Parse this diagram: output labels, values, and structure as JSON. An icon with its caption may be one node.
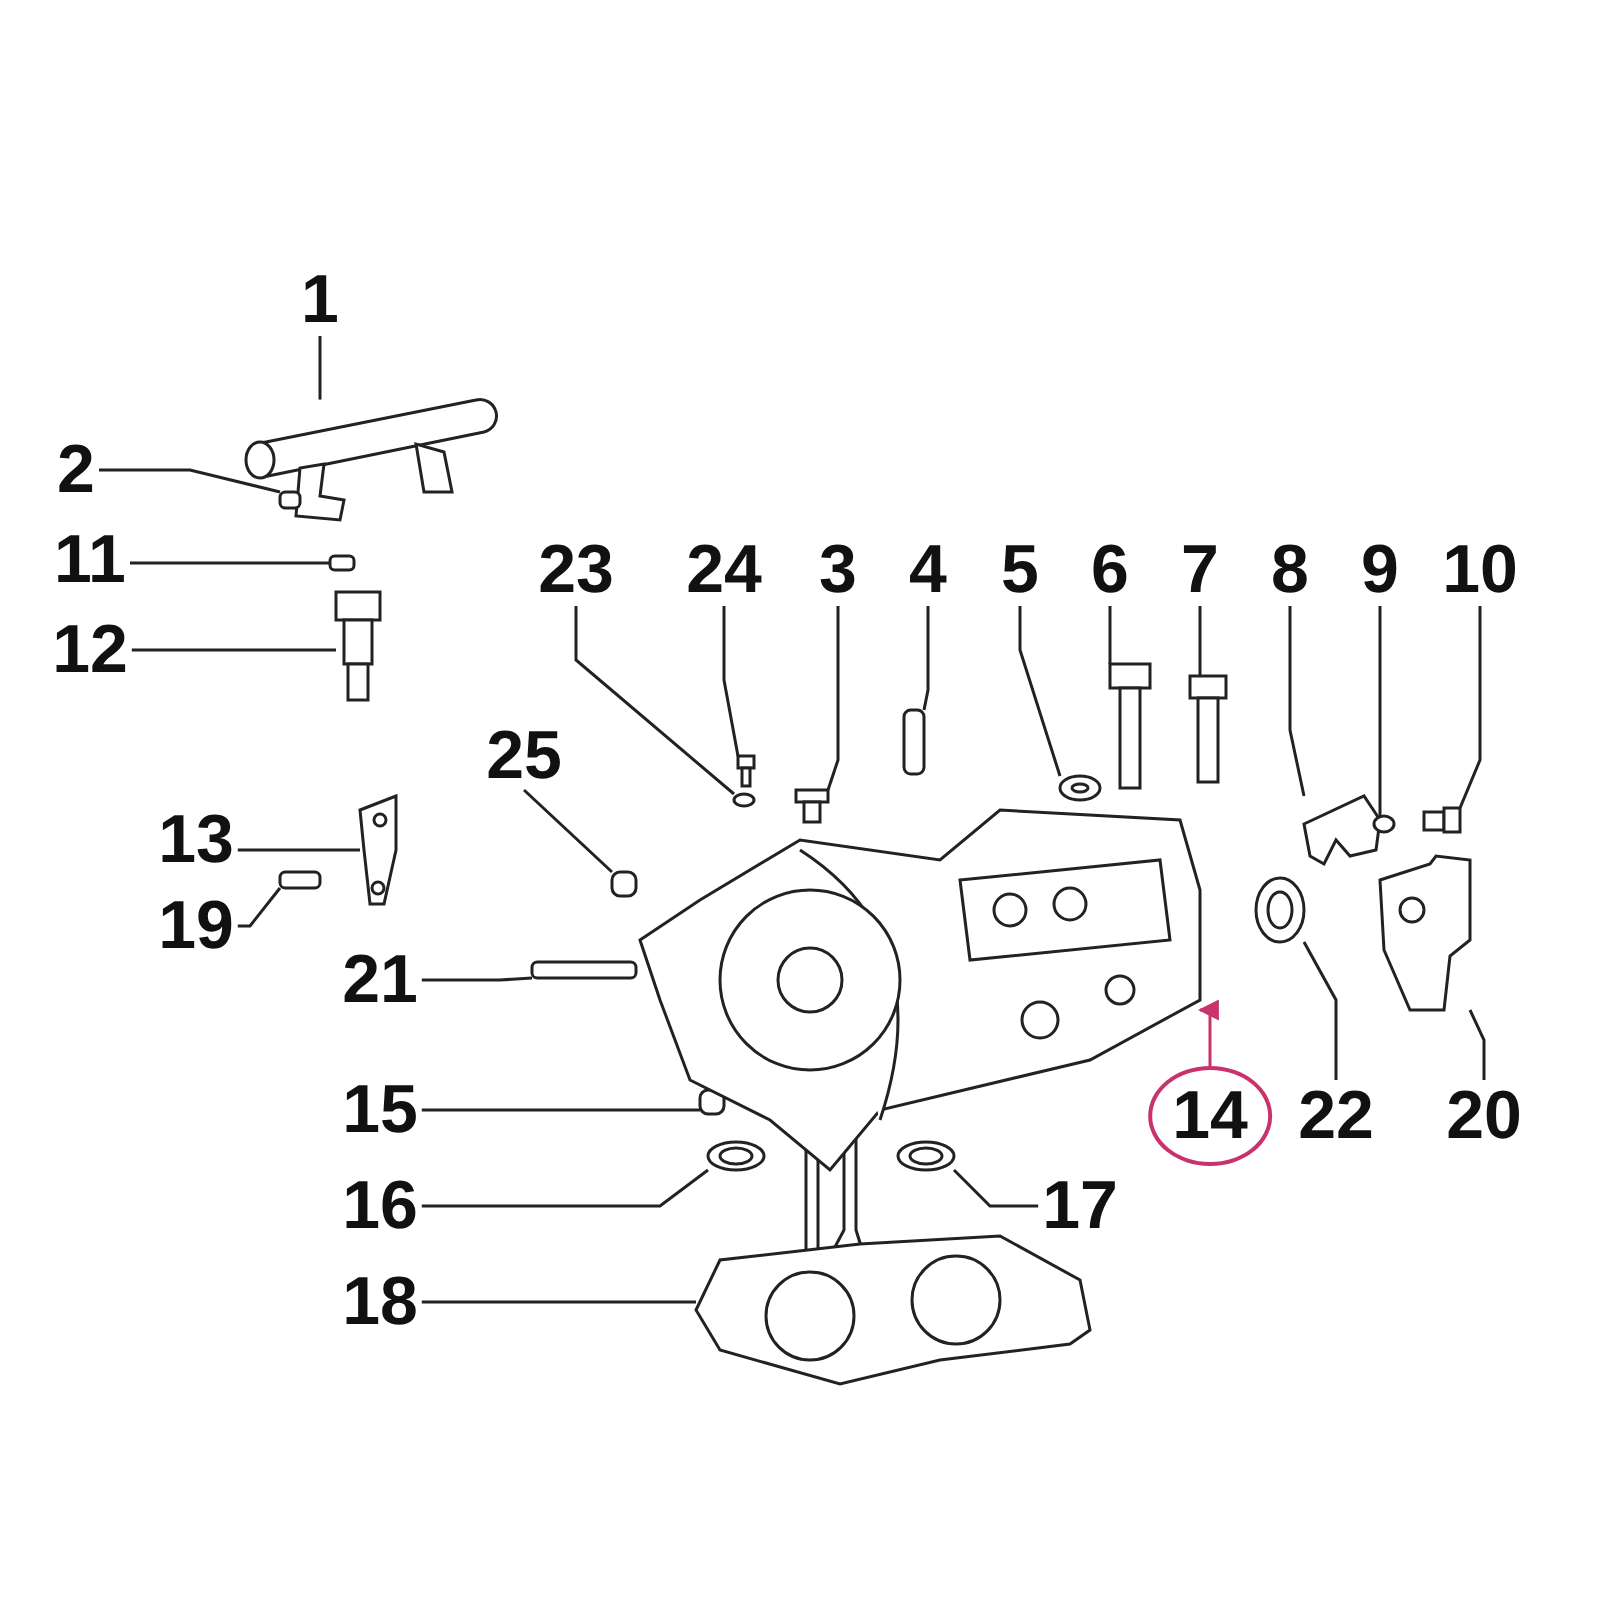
{
  "diagram": {
    "nodes": [
      {
        "text": [
          "1"
        ]
      },
      {
        "text": [
          "2"
        ]
      },
      {
        "text": [
          "11"
        ]
      },
      {
        "text": [
          "12"
        ]
      },
      {
        "text": [
          "23"
        ]
      },
      {
        "text": [
          "24"
        ]
      },
      {
        "text": [
          "3"
        ]
      },
      {
        "text": [
          "4"
        ]
      },
      {
        "text": [
          "5"
        ]
      },
      {
        "text": [
          "6"
        ]
      },
      {
        "text": [
          "7"
        ]
      },
      {
        "text": [
          "8"
        ]
      },
      {
        "text": [
          "9"
        ]
      },
      {
        "text": [
          "10"
        ]
      },
      {
        "text": [
          "25"
        ]
      },
      {
        "text": [
          "13"
        ]
      },
      {
        "text": [
          "19"
        ]
      },
      {
        "text": [
          "21"
        ]
      },
      {
        "text": [
          "15"
        ]
      },
      {
        "text": [
          "14"
        ]
      },
      {
        "text": [
          "22"
        ]
      },
      {
        "text": [
          "20"
        ]
      },
      {
        "text": [
          "16"
        ]
      },
      {
        "text": [
          "17"
        ]
      },
      {
        "text": [
          "18"
        ]
      },
      {
        "text": [],
        "shape": "picture"
      },
      {
        "text": [],
        "shape": "box"
      },
      {
        "text": [],
        "shape": "box"
      },
      {
        "text": [],
        "shape": "picture"
      },
      {
        "text": [],
        "shape": "circle"
      },
      {
        "text": [],
        "shape": "picture"
      },
      {
        "text": [],
        "shape": "picture"
      },
      {
        "text": [],
        "shape": "box"
      },
      {
        "text": [],
        "shape": "picture"
      },
      {
        "text": [],
        "shape": "picture"
      },
      {
        "text": [],
        "shape": "picture"
      },
      {
        "text": [],
        "shape": "picture"
      },
      {
        "text": [],
        "shape": "circle"
      },
      {
        "text": [],
        "shape": "picture"
      },
      {
        "text": [],
        "shape": "box"
      },
      {
        "text": [],
        "shape": "picture"
      },
      {
        "text": [],
        "shape": "box"
      },
      {
        "text": [],
        "shape": "box"
      },
      {
        "text": [],
        "shape": "box"
      },
      {
        "text": [],
        "shape": "picture"
      },
      {
        "text": [],
        "shape": "picture"
      },
      {
        "text": [],
        "shape": "picture"
      },
      {
        "text": [],
        "shape": "picture"
      },
      {
        "text": [],
        "shape": "picture"
      },
      {
        "text": [],
        "shape": "picture"
      }
    ],
    "edges": [
      {
        "from": 0,
        "to": 25,
        "arrow": "none"
      },
      {
        "from": 1,
        "to": 26,
        "arrow": "none"
      },
      {
        "from": 2,
        "to": 27,
        "arrow": "none"
      },
      {
        "from": 3,
        "to": 28,
        "arrow": "none"
      },
      {
        "from": 4,
        "to": 29,
        "arrow": "none"
      },
      {
        "from": 5,
        "to": 30,
        "arrow": "none"
      },
      {
        "from": 6,
        "to": 31,
        "arrow": "none"
      },
      {
        "from": 7,
        "to": 32,
        "arrow": "none"
      },
      {
        "from": 8,
        "to": 33,
        "arrow": "none"
      },
      {
        "from": 9,
        "to": 34,
        "arrow": "none"
      },
      {
        "from": 10,
        "to": 35,
        "arrow": "none"
      },
      {
        "from": 11,
        "to": 36,
        "arrow": "none"
      },
      {
        "from": 12,
        "to": 37,
        "arrow": "none"
      },
      {
        "from": 13,
        "to": 38,
        "arrow": "none"
      },
      {
        "from": 14,
        "to": 39,
        "arrow": "none"
      },
      {
        "from": 15,
        "to": 40,
        "arrow": "none"
      },
      {
        "from": 16,
        "to": 41,
        "arrow": "none"
      },
      {
        "from": 17,
        "to": 42,
        "arrow": "none"
      },
      {
        "from": 18,
        "to": 43,
        "arrow": "none"
      },
      {
        "from": 19,
        "to": 44,
        "arrow": "to",
        "color": "#c8336e"
      },
      {
        "from": 20,
        "to": 45,
        "arrow": "none"
      },
      {
        "from": 21,
        "to": 46,
        "arrow": "none"
      },
      {
        "from": 22,
        "to": 47,
        "arrow": "none"
      },
      {
        "from": 23,
        "to": 48,
        "arrow": "none"
      },
      {
        "from": 24,
        "to": 49,
        "arrow": "none"
      }
    ]
  }
}
